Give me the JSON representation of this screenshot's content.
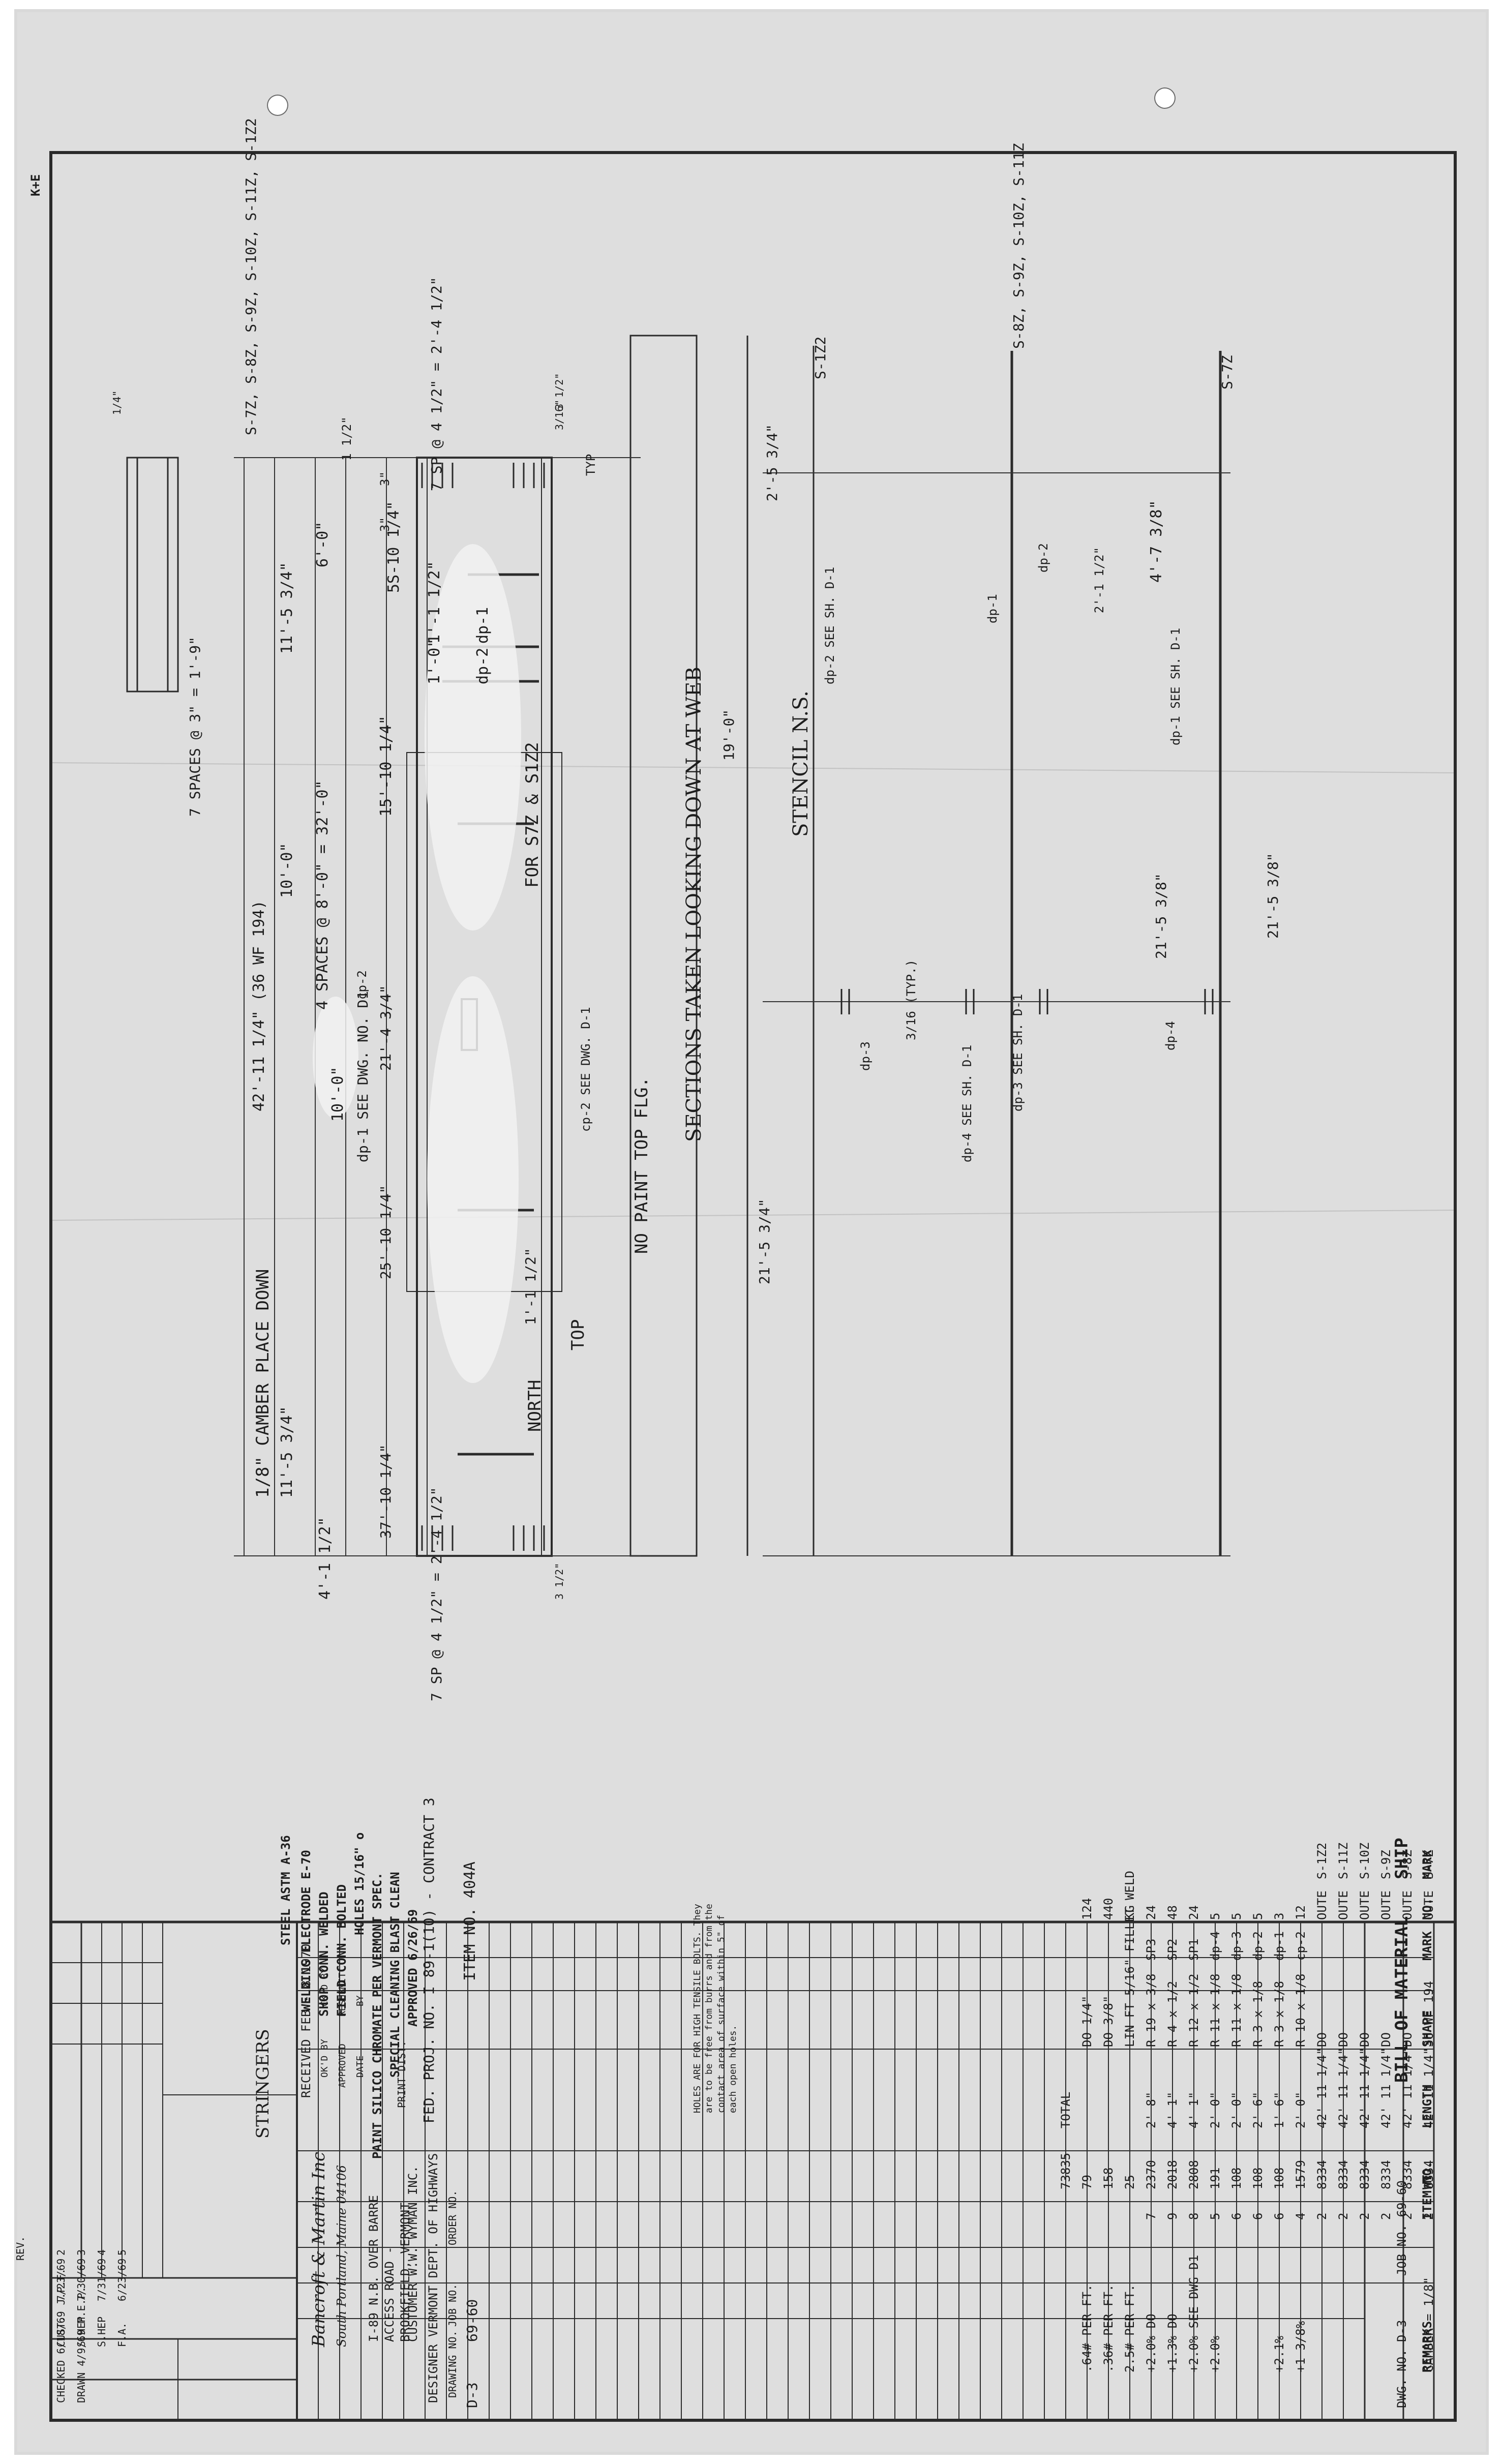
{
  "sheet_tag": "K+E",
  "labels": {
    "stringer_marks": "S-7Z, S-8Z, S-9Z, S-10Z, S-11Z, S-1Z2",
    "s82_group": "S-8Z, S-9Z, S-10Z, S-11Z",
    "s72": "S-7Z",
    "s122": "S-1Z2",
    "seven_spaces": "7 SPACES @ 3\" = 1'-9\"",
    "sp_top_left": "7 SP @ 4 1/2\" = 2'-4 1/2\"",
    "sp_bottom_left": "7 SP @ 4 1/2\" = 2'-4 1/2\"",
    "dim_3_16": "3/16\"",
    "dim_1_4": "1/4\"",
    "dim_3a": "3\"",
    "dim_3b": "3\"",
    "dim_1_half": "1 1/2\"",
    "dim_6_0": "6'-0\"",
    "dim_11_5_3_4": "11'-5 3/4\"",
    "dim_11_5_3_4_b": "11'-5 3/4\"",
    "dim_10_0": "10'-0\"",
    "dim_10_0_b": "10'-0\"",
    "dim_42_11_half": "42'-11 1/4\" (36 WF 194)",
    "dim_4_1_half": "4'-1 1/2\"",
    "dim_5_10": "5S-10 1/4\"",
    "dim_1_1_half": "1'-1 1/2\"",
    "dim_1_0": "1'-0\"",
    "dp1": "dp-1",
    "dp2": "dp-2",
    "dim_15_10": "15'-10 1/4\"",
    "for_s72": "FOR S7Z & S1Z2",
    "four_spaces": "4 SPACES @ 8'-0\" = 32'-0\"",
    "cp2": "cp-2",
    "cp2_see": "cp-2 SEE DWG. D-1",
    "dim_21_4": "21'-4 3/4\"",
    "dp1_see": "dp-1 SEE DWG. NO. D1",
    "dim_25_10": "25'-10 1/4\"",
    "dim_37_10": "37'-10 1/4\"",
    "camber": "1/8\" CAMBER PLACE DOWN",
    "typ": "TYP",
    "dim_2_5_3_4": "2'-5 3/4\"",
    "dp2_see": "dp-2 SEE SH. D-1",
    "stencil": "STENCIL N.S.",
    "dim_19_0": "19'-0\"",
    "sections": "SECTIONS TAKEN LOOKING DOWN AT WEB",
    "no_paint": "NO PAINT TOP FLG.",
    "top": "TOP",
    "north": "NORTH",
    "dim_1_1_b": "1'-1 1/2\"",
    "dp3": "dp-3",
    "dp4_see": "dp-4 SEE SH. D-1",
    "dim_21_5_3_4": "21'-5 3/4\"",
    "typ_3_16": "3/16 (TYP.)",
    "dim_4_7": "4'-7 3/8\"",
    "dim_2_1": "2'-1 1/2\"",
    "dp1_see_sh": "dp-1 SEE SH. D-1",
    "dp2_b": "dp-2",
    "dp1_b": "dp-1",
    "dim_21_5_b": "21'-5 3/8\"",
    "dp3_see": "dp-3 SEE SH. D-1",
    "dp4": "dp-4",
    "dim_21_5_c": "21'-5 3/8\"",
    "dim_3_half": "3 1/2\"",
    "dim_3_half_b": "3 1/2\""
  },
  "bom": {
    "title": "BILL OF MATERIAL",
    "ship": "SHIP",
    "job_no": "JOB NO. 69-60",
    "dwg_no": "DWG. NO. D-3",
    "headers": [
      "MARK",
      "NO.",
      "MARK",
      "SHAPE",
      "LENGTH",
      "WT.",
      "ITEM NO.",
      "REMARKS"
    ],
    "rows": [
      [
        "S-7Z",
        "OUTE",
        "",
        "36 WF 194",
        "42' 11 1/4\"",
        "8334",
        "2",
        "CAMBER = 1/8\""
      ],
      [
        "S-8Z",
        "OUTE",
        "",
        "DO",
        "42' 11 1/4\"",
        "8334",
        "2",
        ""
      ],
      [
        "S-9Z",
        "OUTE",
        "",
        "DO",
        "42' 11 1/4\"",
        "8334",
        "2",
        ""
      ],
      [
        "S-10Z",
        "OUTE",
        "",
        "DO",
        "42' 11 1/4\"",
        "8334",
        "2",
        ""
      ],
      [
        "S-11Z",
        "OUTE",
        "",
        "DO",
        "42' 11 1/4\"",
        "8334",
        "2",
        ""
      ],
      [
        "S-1Z2",
        "OUTE",
        "",
        "DO",
        "42' 11 1/4\"",
        "8334",
        "2",
        ""
      ],
      [
        "",
        "12",
        "cp-2",
        "R 10 x 1/8",
        "2' 0\"",
        "1579",
        "4",
        "+1 3/8%"
      ],
      [
        "",
        "3",
        "dp-1",
        "R 3 x 1/8",
        "1' 6\"",
        "108",
        "6",
        "+2.1%"
      ],
      [
        "",
        "5",
        "dp-2",
        "R 3 x 1/8",
        "2' 6\"",
        "108",
        "6",
        ""
      ],
      [
        "",
        "5",
        "dp-3",
        "R 11 x 1/8",
        "2' 0\"",
        "108",
        "6",
        ""
      ],
      [
        "",
        "5",
        "dp-4",
        "R 11 x 1/8",
        "2' 0\"",
        "191",
        "5",
        "+2.0%"
      ],
      [
        "",
        "24",
        "SP1",
        "R 12 x 1/2",
        "4' 1\"",
        "2808",
        "8",
        "+2.0% SEE DWG D1"
      ],
      [
        "",
        "48",
        "SP2",
        "R 4 x 1/2",
        "4' 1\"",
        "2018",
        "9",
        "+1.3% DO"
      ],
      [
        "",
        "24",
        "SP3",
        "R 19 x 3/8",
        "2' 8\"",
        "2370",
        "7",
        "+2.0% DO"
      ],
      [
        "",
        "KG",
        "",
        "LIN FT 5/16\" FILLET WELD",
        "",
        "25",
        "",
        "2.5# PER FT."
      ],
      [
        "",
        "440",
        "",
        "DO 3/8\"",
        "",
        "158",
        "",
        ".36# PER FT."
      ],
      [
        "",
        "124",
        "",
        "DO 1/4\"",
        "",
        "79",
        "",
        ".64# PER FT."
      ],
      [
        "",
        "",
        "",
        "",
        "TOTAL",
        "73835",
        "",
        ""
      ]
    ],
    "holes_note": "HOLES ARE FOR HIGH TENSILE BOLTS. They are to be free from burrs and from the contact area of surface within 5\" of each open holes.",
    "item_no": "ITEM NO. 404A",
    "fed_proj": "FED. PROJ. NO. I 89-1(10) - CONTRACT 3"
  },
  "title_block": {
    "steel": "STEEL ASTM A-36",
    "welding": "WELDING ELECTRODE E-70",
    "shop_conn": "SHOP CONN. WELDED",
    "field_conn": "FIELD CONN. BOLTED",
    "holes": "HOLES 15/16\" o",
    "paint": "PAINT SILICO CHROMATE PER VERMONT SPEC.",
    "cleaning": "SPECIAL CLEANING BLAST CLEAN",
    "approved": "APPROVED 6/26/69",
    "received": "RECEIVED FEB - 8 1970",
    "ckd_by": "CK'D BY",
    "okd_by": "OK'D BY",
    "resubmit": "RESUBMIT",
    "approved_stamp": "APPROVED",
    "by": "BY",
    "date": "DATE",
    "stringers": "STRINGERS",
    "company": "Bancroft & Martin Inc",
    "company_addr": "South Portland, Maine 04106",
    "job_desc": "I-89 N.B. OVER BARRE ACCESS ROAD - BROOKFIELD, VERMONT",
    "customer": "CUSTOMER W.W. WYMAN INC.",
    "designer": "DESIGNER VERMONT DEPT. OF HIGHWAYS",
    "order_no": "ORDER NO.",
    "job_no_label": "JOB NO.",
    "drawing_no_label": "DRAWING NO.",
    "job_no": "69-60",
    "drawing_no": "D-3",
    "print_dist": "PRINT DIST.",
    "rev_headers": [
      "REV.",
      "",
      ""
    ],
    "revisions": [
      [
        "5",
        "6/23/69",
        "F.A."
      ],
      [
        "4",
        "7/31/69",
        "S.HEP"
      ],
      [
        "3",
        "7/30/69",
        "S.HEP"
      ],
      [
        "2",
        "7/23/69",
        "CUST."
      ]
    ],
    "checked": "CHECKED 6/18/69 J.P.F.",
    "drawn": "DRAWN 4/9/69 M.E.P."
  }
}
